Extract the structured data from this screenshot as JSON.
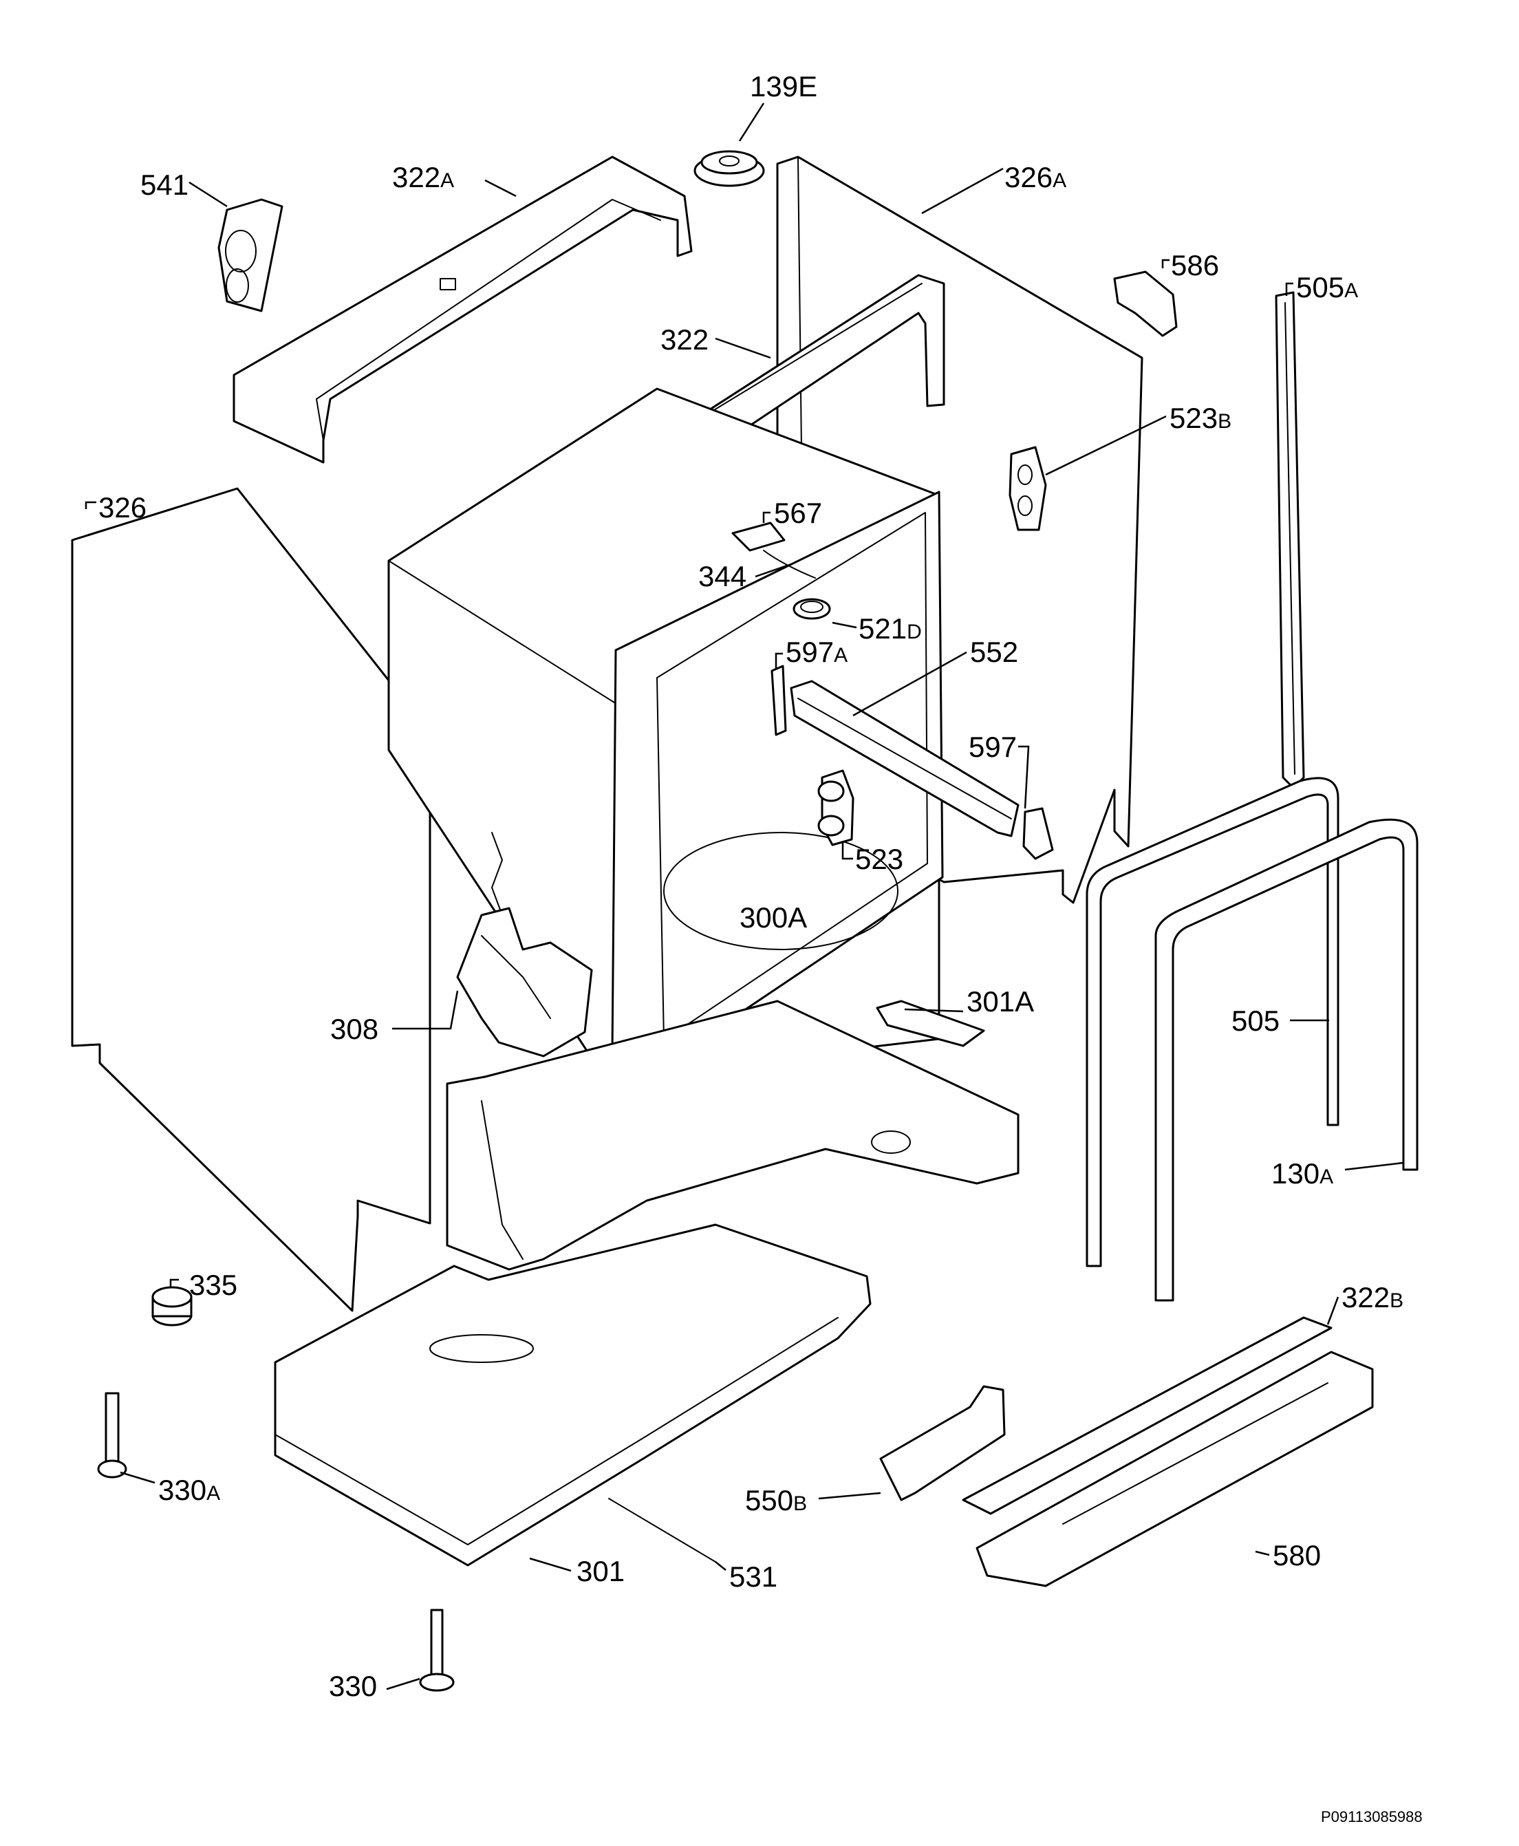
{
  "diagram_code": "P09113085988",
  "labels": {
    "p139E": "139E",
    "p541": "541",
    "p322A_num": "322",
    "p322A_sfx": "A",
    "p326A_num": "326",
    "p326A_sfx": "A",
    "p586": "586",
    "p505A_num": "505",
    "p505A_sfx": "A",
    "p322": "322",
    "p523B_num": "523",
    "p523B_sfx": "B",
    "p326": "326",
    "p567": "567",
    "p344": "344",
    "p521D_num": "521",
    "p521D_sfx": "D",
    "p597A_num": "597",
    "p597A_sfx": "A",
    "p552": "552",
    "p597": "597",
    "p523": "523",
    "p300A": "300A",
    "p308": "308",
    "p301A": "301A",
    "p505": "505",
    "p130A_num": "130",
    "p130A_sfx": "A",
    "p335": "335",
    "p322B_num": "322",
    "p322B_sfx": "B",
    "p330A_num": "330",
    "p330A_sfx": "A",
    "p550B_num": "550",
    "p550B_sfx": "B",
    "p301": "301",
    "p531": "531",
    "p580": "580",
    "p330": "330"
  }
}
